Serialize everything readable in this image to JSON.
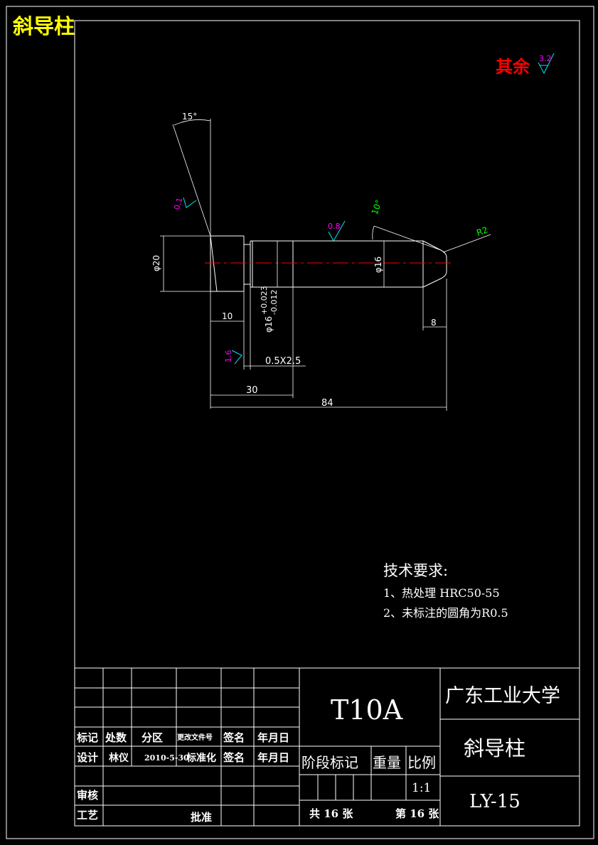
{
  "corner_title": "斜导柱",
  "surface_default": {
    "label": "其余",
    "value": "3.2"
  },
  "dims": {
    "angle_top": "15°",
    "angle_tip": "10°",
    "dia_head": "φ20",
    "dia_tip": "φ16",
    "fit_base": "φ16",
    "fit_upper": "+0.023",
    "fit_lower": "-0.012",
    "len_head": "10",
    "len_fit": "30",
    "len_total": "84",
    "len_tip": "8",
    "radius": "R2",
    "groove": "0.5X2.5"
  },
  "roughness": {
    "head_face": "0.1",
    "body": "0.8",
    "groove": "1.6"
  },
  "tech": {
    "heading": "技术要求:",
    "items": [
      "1、热处理 HRC50-55",
      "2、未标注的圆角为R0.5"
    ]
  },
  "title_block": {
    "material": "T10A",
    "school": "广东工业大学",
    "part_name": "斜导柱",
    "drawing_no": "LY-15",
    "hdr": {
      "mark": "标记",
      "count": "处数",
      "zone": "分区",
      "doc": "更改文件号",
      "sign": "签名",
      "date": "年月日"
    },
    "design_label": "设计",
    "designer": "林仪",
    "design_date": "2010-5-30",
    "standard": "标准化",
    "sign2": "签名",
    "date2": "年月日",
    "review": "审核",
    "process": "工艺",
    "approve": "批准",
    "stage": "阶段标记",
    "weight": "重量",
    "scale_label": "比例",
    "scale": "1:1",
    "sheets_total": "共 16 张",
    "sheet_no": "第 16 张"
  },
  "colors": {
    "yellow": "#ffff00",
    "red": "#ff0000",
    "magenta": "#ff00ff",
    "cyan": "#00e5ff",
    "green": "#00ff00",
    "line": "#ffffff"
  }
}
